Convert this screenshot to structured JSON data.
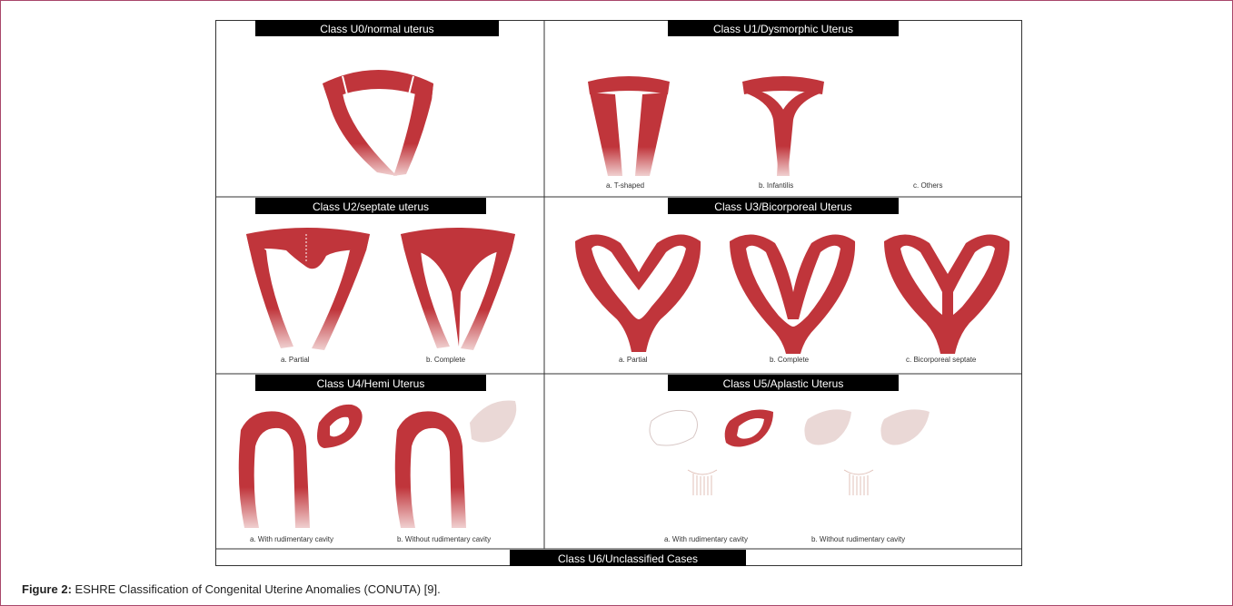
{
  "figure": {
    "panels": {
      "u0": {
        "title": "Class U0/normal uterus"
      },
      "u1": {
        "title": "Class U1/Dysmorphic Uterus",
        "labels": [
          "a. T-shaped",
          "b. Infantilis",
          "c. Others"
        ]
      },
      "u2": {
        "title": "Class U2/septate uterus",
        "labels": [
          "a. Partial",
          "b. Complete"
        ]
      },
      "u3": {
        "title": "Class U3/Bicorporeal Uterus",
        "labels": [
          "a. Partial",
          "b. Complete",
          "c. Bicorporeal septate"
        ]
      },
      "u4": {
        "title": "Class U4/Hemi Uterus",
        "labels": [
          "a. With rudimentary cavity",
          "b. Without rudimentary cavity"
        ]
      },
      "u5": {
        "title": "Class U5/Aplastic Uterus",
        "labels": [
          "a. With rudimentary cavity",
          "b. Without rudimentary cavity"
        ]
      },
      "u6": {
        "title": "Class U6/Unclassified Cases"
      }
    },
    "colors": {
      "uterus": "#c0353b",
      "faded": "#ead8d6",
      "border": "#a8476a",
      "title_bar": "#000000"
    }
  },
  "caption": {
    "label": "Figure 2:",
    "text": " ESHRE Classification of Congenital Uterine Anomalies (CONUTA) [9]."
  }
}
